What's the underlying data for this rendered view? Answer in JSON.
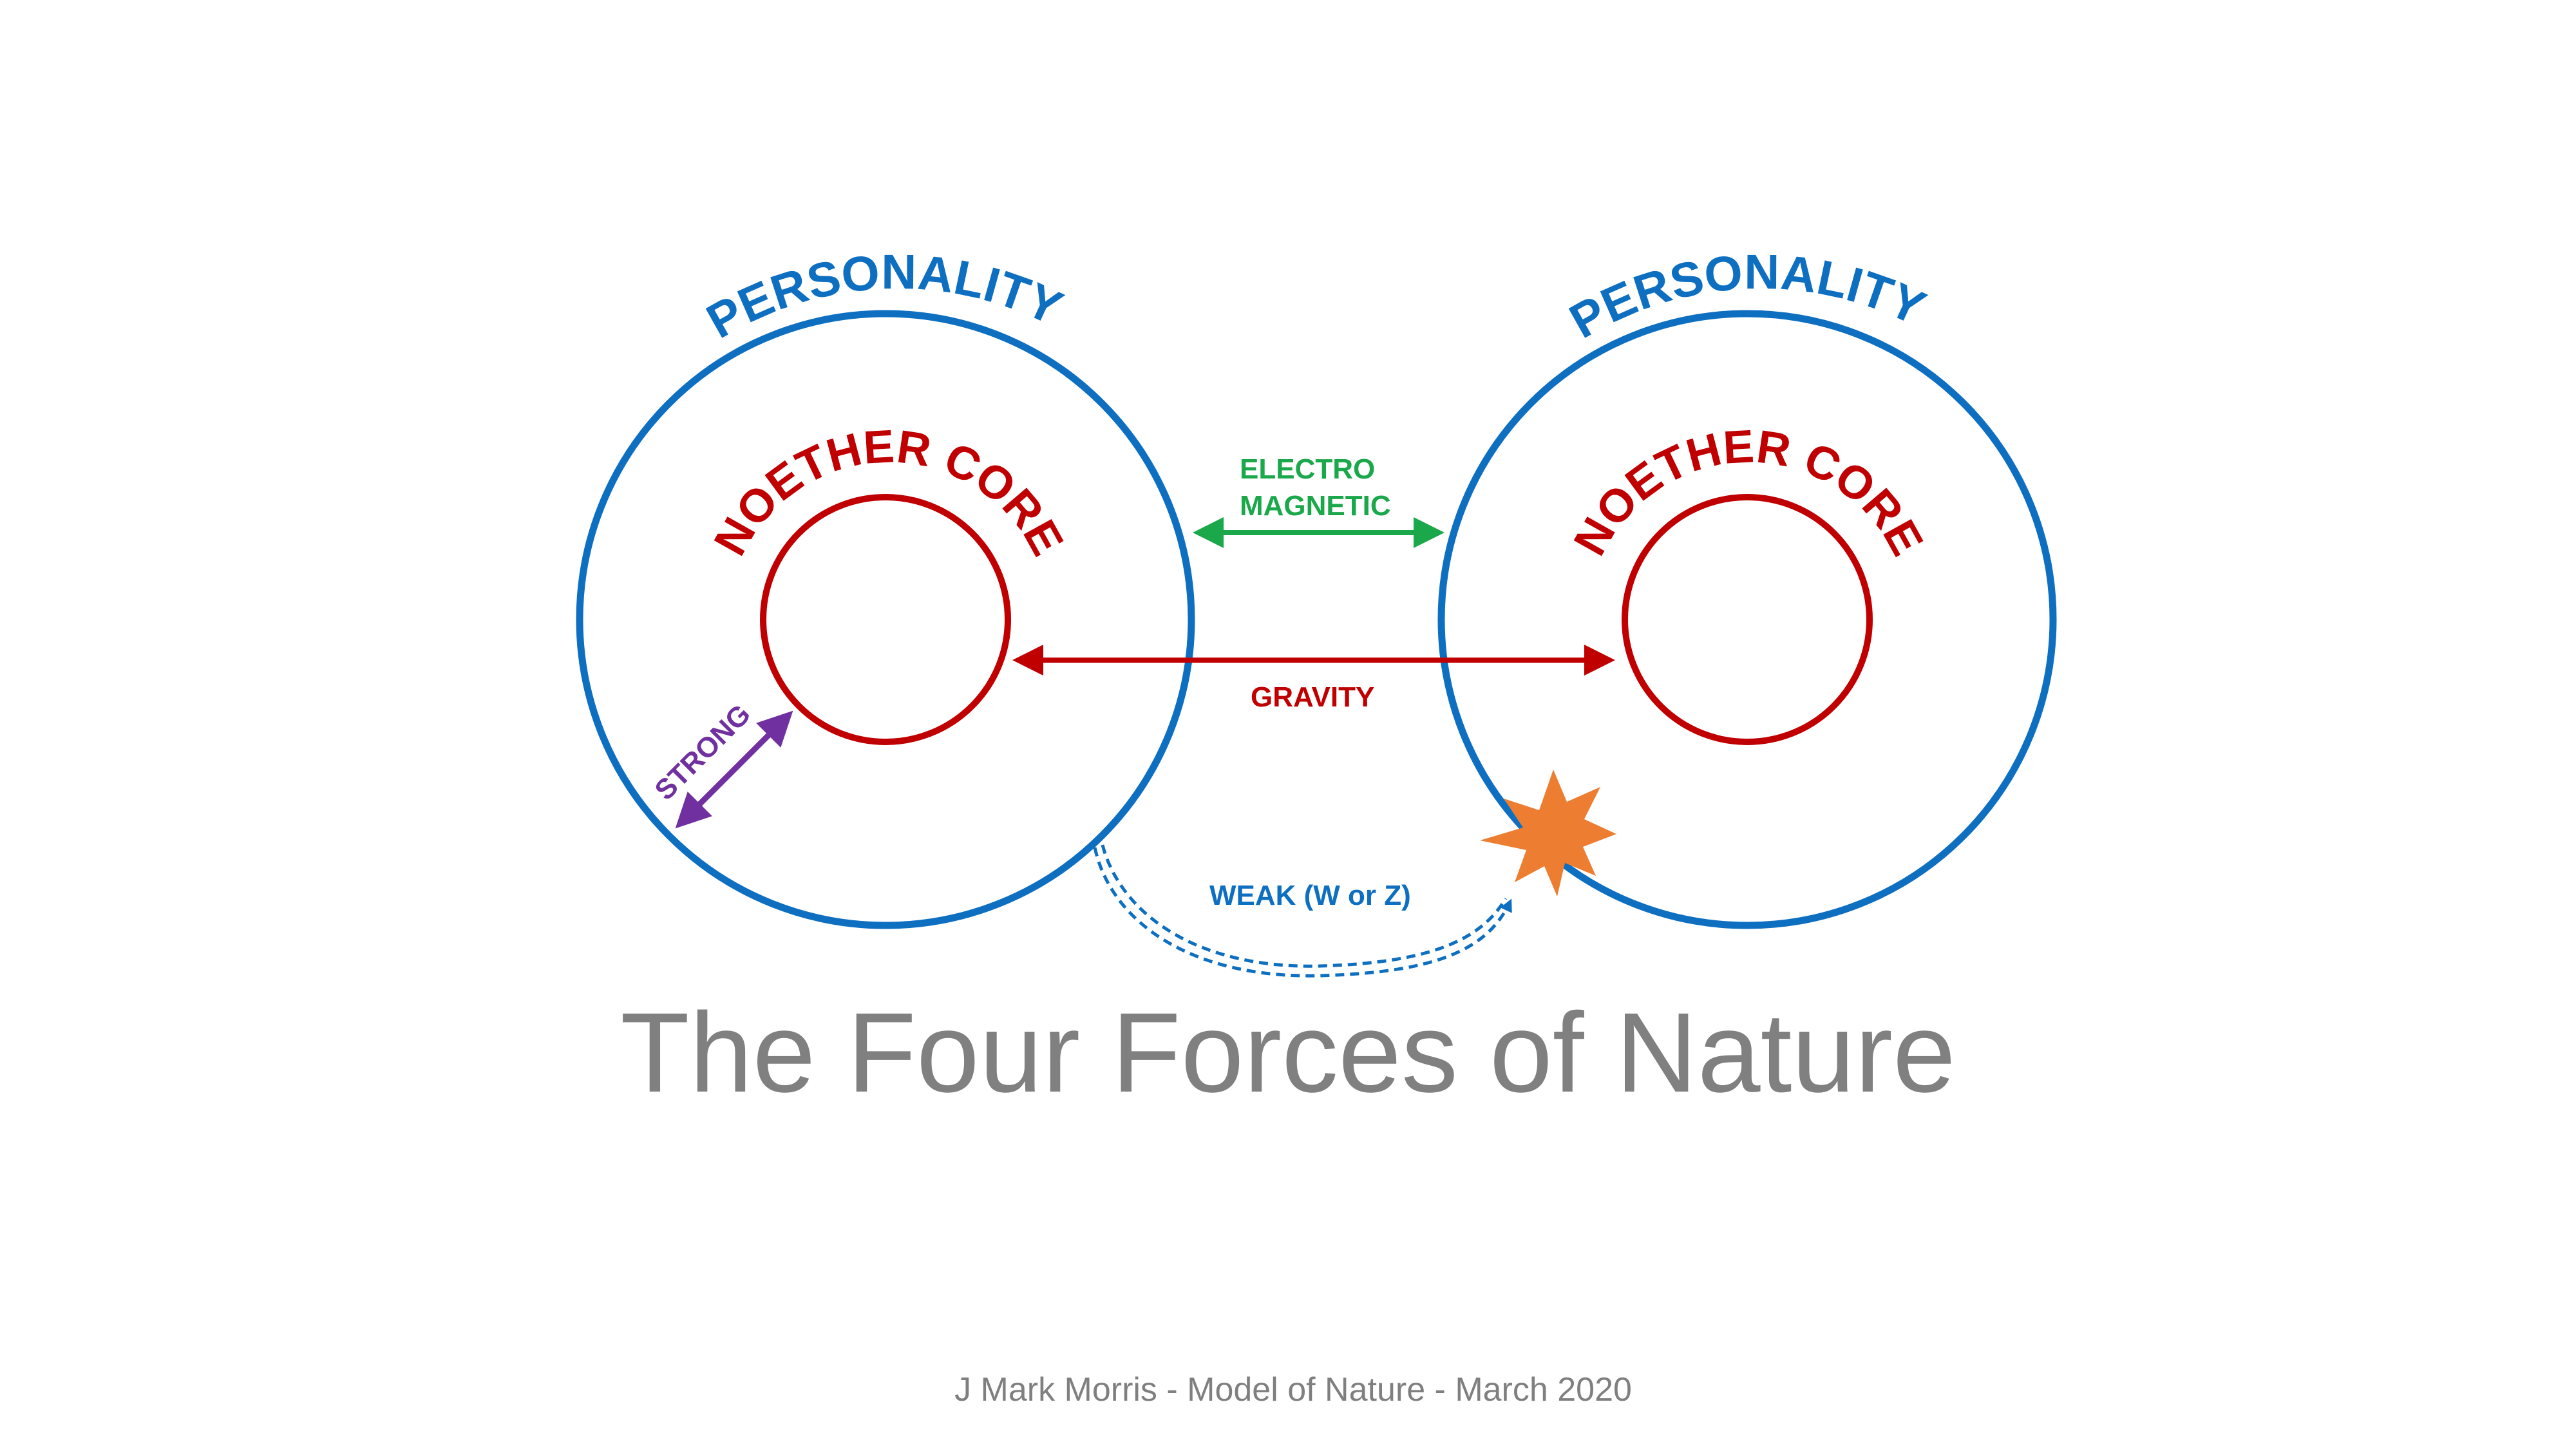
{
  "diagram": {
    "left_outer_label": "PERSONALITY",
    "right_outer_label": "PERSONALITY",
    "left_inner_label": "NOETHER CORE",
    "right_inner_label": "NOETHER CORE",
    "forces": {
      "electro_line1": "ELECTRO",
      "electro_line2": "MAGNETIC",
      "gravity": "GRAVITY",
      "strong": "STRONG",
      "weak": "WEAK (W or Z)"
    },
    "title": "The Four Forces of Nature",
    "credit": "J Mark Morris - Model of Nature - March 2020"
  },
  "colors": {
    "personality_blue": "#0e6fc1",
    "core_red": "#c00000",
    "electromagnetic_green": "#1aa84a",
    "strong_purple": "#7030a0",
    "weak_blue": "#0e6fc1",
    "burst_orange": "#ed7d31",
    "title_gray": "#808080"
  },
  "icons": {
    "interaction_burst": "starburst-icon"
  }
}
